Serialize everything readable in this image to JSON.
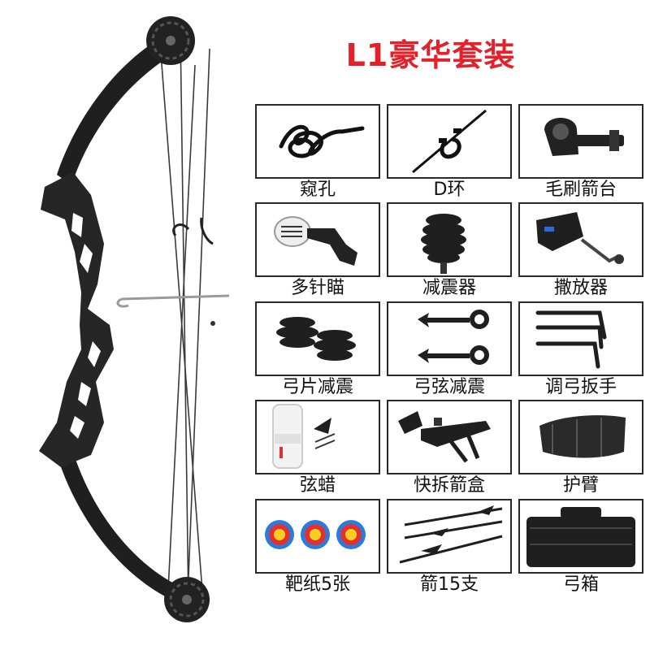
{
  "title": "L1豪华套装",
  "accent_color": "#e4202a",
  "product_image": "compound-bow",
  "items": [
    {
      "label": "窥孔",
      "icon": "peep-sight-icon"
    },
    {
      "label": "D环",
      "icon": "d-loop-icon"
    },
    {
      "label": "毛刷箭台",
      "icon": "brush-arrow-rest-icon"
    },
    {
      "label": "多针瞄",
      "icon": "multi-pin-sight-icon"
    },
    {
      "label": "减震器",
      "icon": "stabilizer-icon"
    },
    {
      "label": "撒放器",
      "icon": "release-aid-icon"
    },
    {
      "label": "弓片减震",
      "icon": "limb-dampener-icon"
    },
    {
      "label": "弓弦减震",
      "icon": "string-silencer-icon"
    },
    {
      "label": "调弓扳手",
      "icon": "allen-wrench-icon"
    },
    {
      "label": "弦蜡",
      "icon": "string-wax-icon"
    },
    {
      "label": "快拆箭盒",
      "icon": "quiver-icon"
    },
    {
      "label": "护臂",
      "icon": "arm-guard-icon"
    },
    {
      "label": "靶纸5张",
      "icon": "target-paper-icon"
    },
    {
      "label": "箭15支",
      "icon": "arrows-icon"
    },
    {
      "label": "弓箱",
      "icon": "bow-case-icon"
    }
  ]
}
